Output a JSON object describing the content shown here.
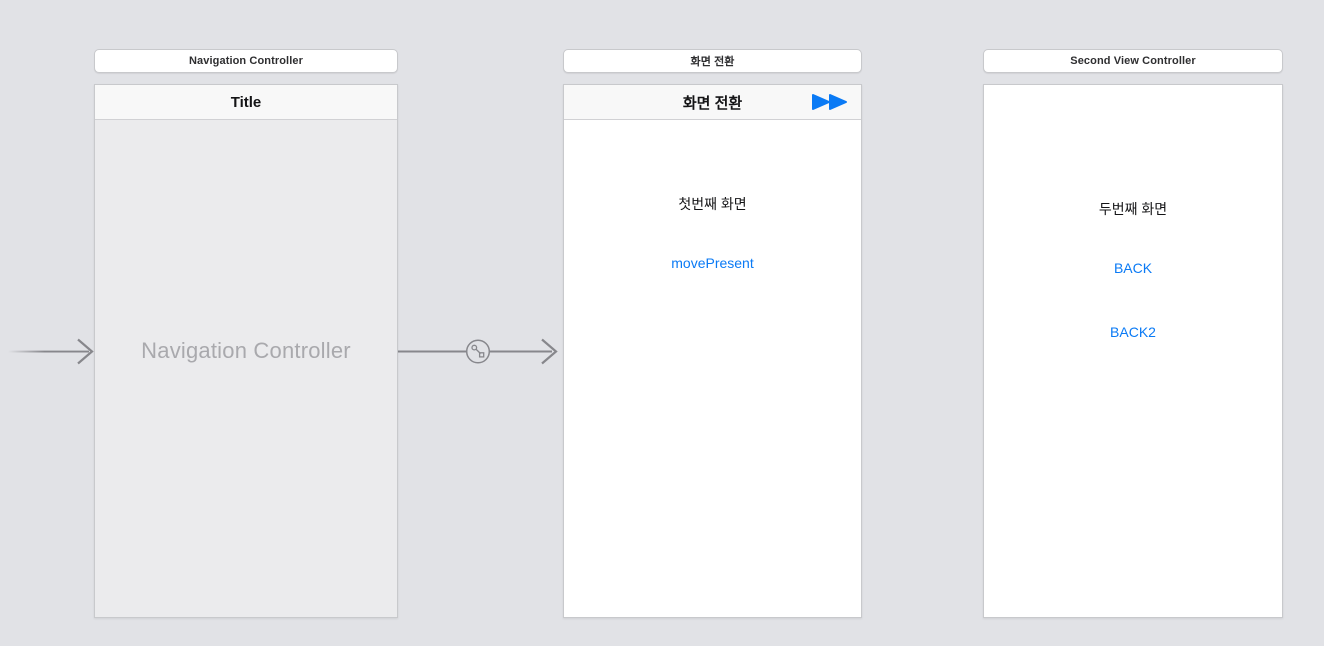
{
  "colors": {
    "canvas_bg": "#e1e2e6",
    "accent_blue": "#0a7af5",
    "arrow_gray": "#87878c",
    "placeholder_gray": "#a9a9ad",
    "nav_bar_bg": "#f8f8f8"
  },
  "scenes": [
    {
      "dock_title": "Navigation Controller",
      "nav_bar_title": "Title",
      "placeholder_text": "Navigation Controller"
    },
    {
      "dock_title": "화면 전환",
      "nav_bar_title": "화면 전환",
      "nav_bar_right_icon": "fast-forward-icon",
      "labels": {
        "screen_label": "첫번째 화면"
      },
      "buttons": {
        "move_present": "movePresent"
      }
    },
    {
      "dock_title": "Second View Controller",
      "labels": {
        "screen_label": "두번째 화면"
      },
      "buttons": {
        "back": "BACK",
        "back2": "BACK2"
      }
    }
  ],
  "connections": [
    {
      "type": "initial-view-controller-arrow"
    },
    {
      "type": "relationship-segue",
      "icon": "link-icon"
    }
  ]
}
